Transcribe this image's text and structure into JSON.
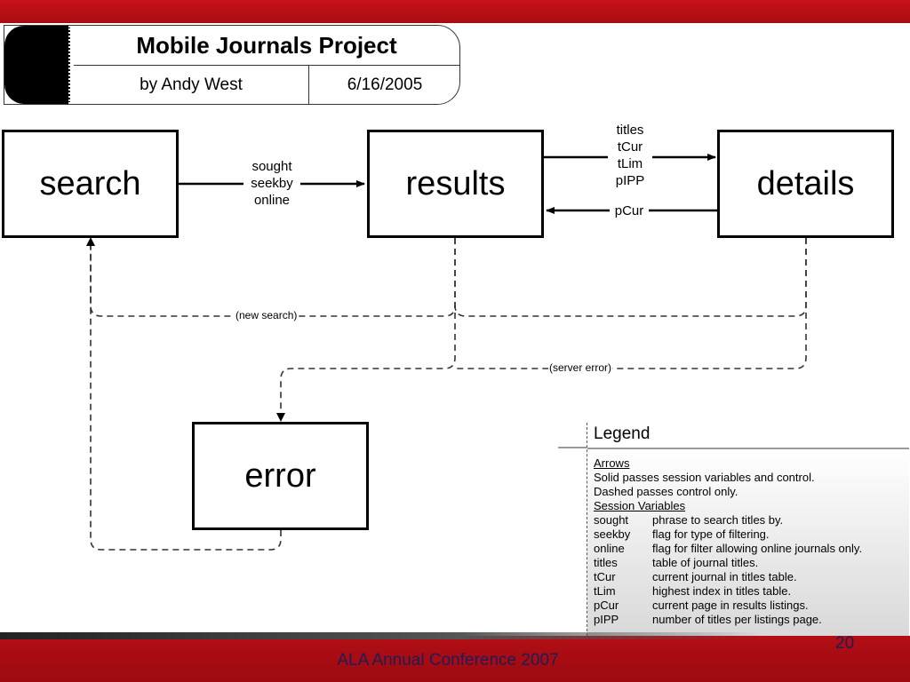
{
  "title": "Mobile Journals Project",
  "author": "by Andy West",
  "date": "6/16/2005",
  "nodes": {
    "search": "search",
    "results": "results",
    "details": "details",
    "error": "error"
  },
  "edge_labels": {
    "search_to_results": [
      "sought",
      "seekby",
      "online"
    ],
    "results_to_details": [
      "titles",
      "tCur",
      "tLim",
      "pIPP"
    ],
    "details_to_results": "pCur",
    "new_search": "(new search)",
    "server_error": "(server error)"
  },
  "legend": {
    "title": "Legend",
    "arrows_heading": "Arrows",
    "solid": "Solid passes session variables and control.",
    "dashed": "Dashed passes control only.",
    "session_heading": "Session Variables",
    "variables": [
      {
        "name": "sought",
        "desc": "phrase to search titles by."
      },
      {
        "name": "seekby",
        "desc": "flag for type of filtering."
      },
      {
        "name": "online",
        "desc": "flag for filter allowing online journals only."
      },
      {
        "name": "titles",
        "desc": "table of journal titles."
      },
      {
        "name": "tCur",
        "desc": "current journal in titles table."
      },
      {
        "name": "tLim",
        "desc": "highest index in titles table."
      },
      {
        "name": "pCur",
        "desc": "current page in results listings."
      },
      {
        "name": "pIPP",
        "desc": "number of titles per listings page."
      }
    ]
  },
  "footer": "ALA Annual Conference 2007",
  "page_number": "20",
  "colors": {
    "banner": "#b00f16",
    "footer_text": "#1d1d57"
  }
}
